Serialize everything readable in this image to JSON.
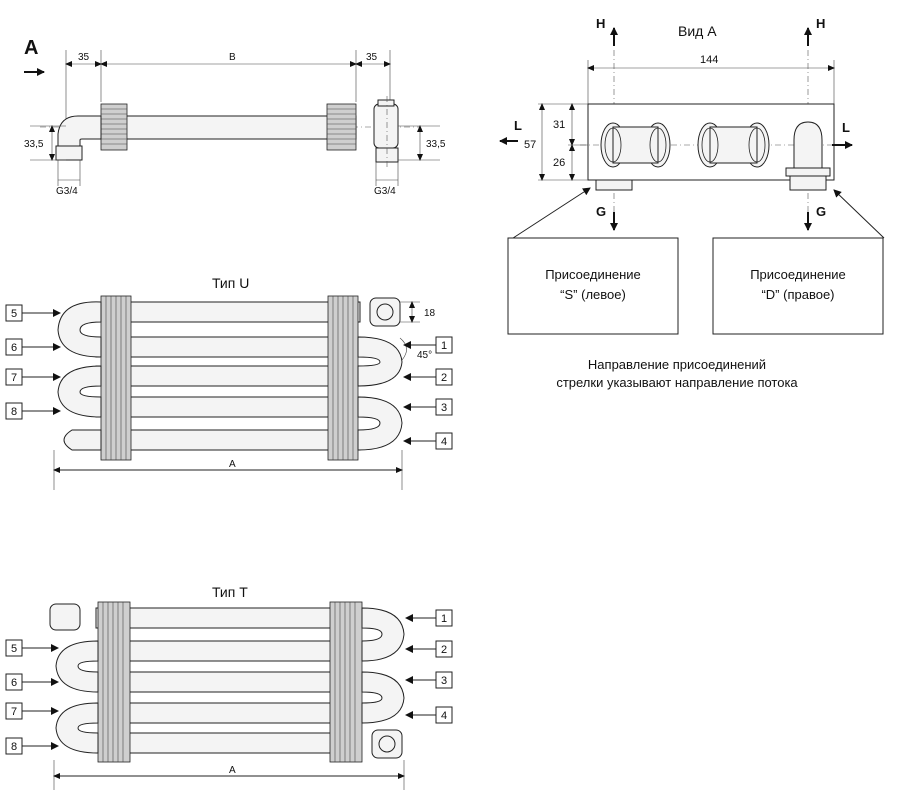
{
  "top_view": {
    "view_letter": "A",
    "dim_left": "35",
    "dim_mid": "B",
    "dim_right": "35",
    "height_left": "33,5",
    "height_right": "33,5",
    "thread_left": "G3/4",
    "thread_right": "G3/4"
  },
  "view_a": {
    "title": "Вид А",
    "arrow_h_left": "H",
    "arrow_h_right": "H",
    "arrow_l_left": "L",
    "arrow_l_right": "L",
    "arrow_g_left": "G",
    "arrow_g_right": "G",
    "dim_width": "144",
    "dim_total": "57",
    "dim_upper": "31",
    "dim_lower": "26",
    "box_left_line1": "Присоединение",
    "box_left_line2": "“S” (левое)",
    "box_right_line1": "Присоединение",
    "box_right_line2": "“D” (правое)",
    "note_line1": "Направление присоединений",
    "note_line2": "стрелки указывают направление потока"
  },
  "type_u": {
    "title": "Тип U",
    "left_labels": [
      "5",
      "6",
      "7",
      "8"
    ],
    "right_labels": [
      "1",
      "2",
      "3",
      "4"
    ],
    "dim_18": "18",
    "dim_45": "45°",
    "dim_a": "A"
  },
  "type_t": {
    "title": "Тип T",
    "left_labels": [
      "5",
      "6",
      "7",
      "8"
    ],
    "right_labels": [
      "1",
      "2",
      "3",
      "4"
    ],
    "dim_a": "A"
  }
}
